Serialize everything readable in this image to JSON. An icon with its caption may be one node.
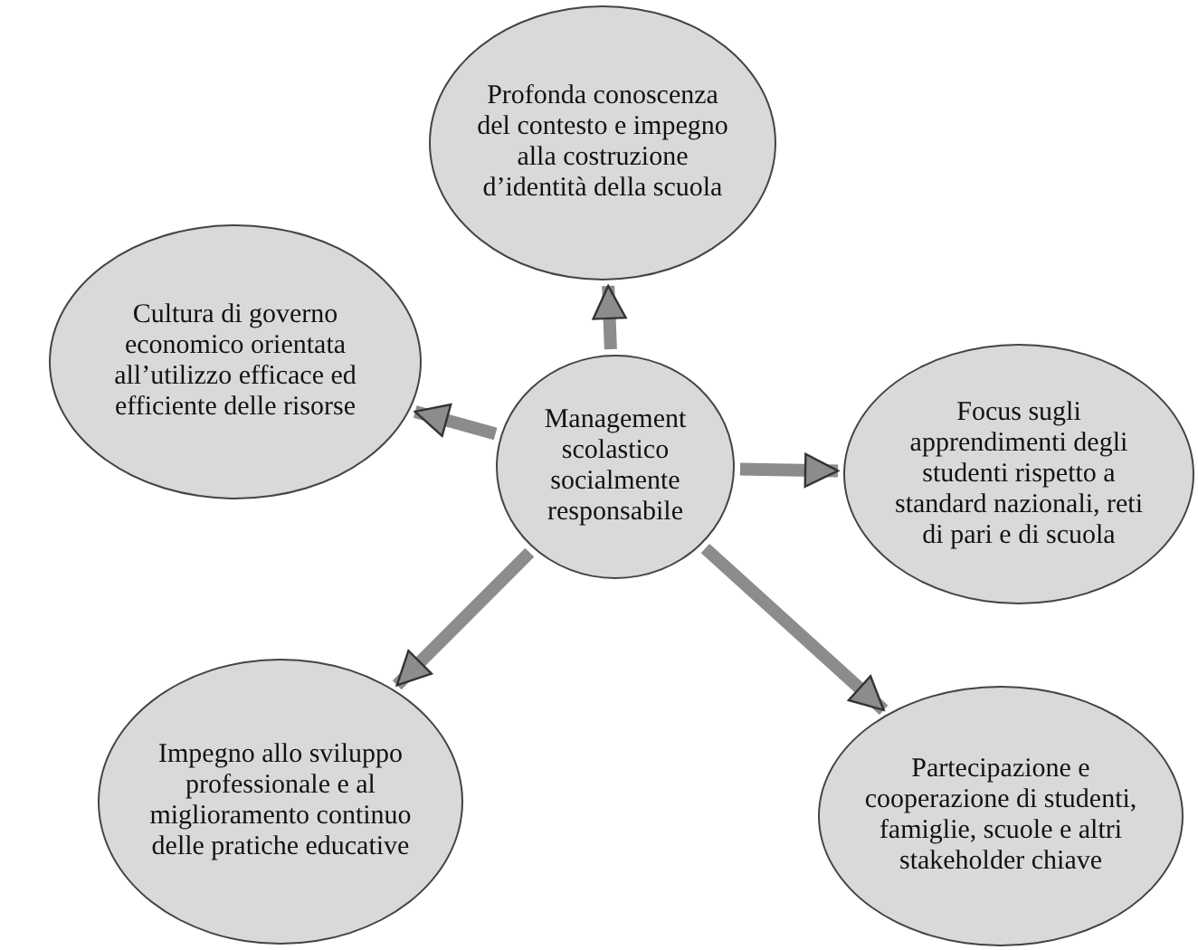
{
  "diagram": {
    "nodes": [
      {
        "text": [
          "Management scolastico socialmente responsabile"
        ]
      },
      {
        "text": [
          "Profonda conoscenza del contesto e impegno alla costruzione d’identità della scuola"
        ]
      },
      {
        "text": [
          "Focus sugli apprendimenti degli studenti rispetto a standard nazionali, reti di pari e di scuola"
        ]
      },
      {
        "text": [
          "Partecipazione e cooperazione di studenti, famiglie, scuole e altri stakeholder chiave"
        ]
      },
      {
        "text": [
          "Impegno allo sviluppo professionale e al miglioramento continuo delle pratiche educative"
        ]
      },
      {
        "text": [
          "Cultura di governo economico orientata all’utilizzo efficace ed efficiente delle risorse"
        ]
      }
    ],
    "edges": [
      {
        "from": 0,
        "to": 1,
        "arrow": "to"
      },
      {
        "from": 0,
        "to": 2,
        "arrow": "to"
      },
      {
        "from": 0,
        "to": 3,
        "arrow": "to"
      },
      {
        "from": 0,
        "to": 4,
        "arrow": "to"
      },
      {
        "from": 0,
        "to": 5,
        "arrow": "to"
      }
    ]
  }
}
